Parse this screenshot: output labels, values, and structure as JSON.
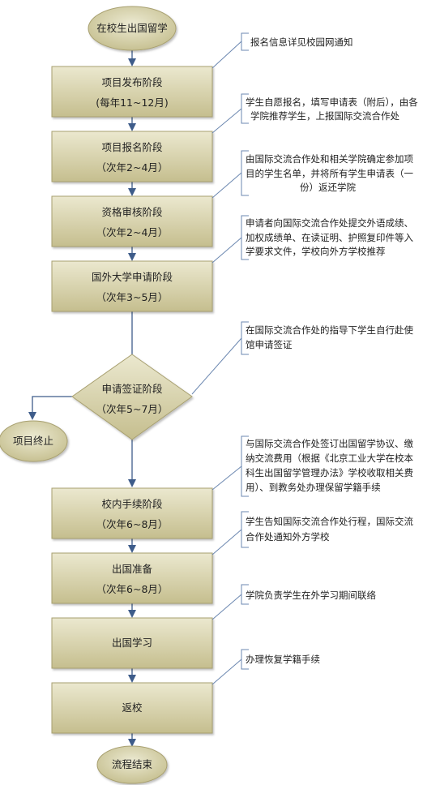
{
  "flow": {
    "start": "在校生出国留学",
    "stages": [
      {
        "title": "项目发布阶段",
        "period": "(每年11~12月)"
      },
      {
        "title": "项目报名阶段",
        "period": "（次年2~4月）"
      },
      {
        "title": "资格审核阶段",
        "period": "（次年2~4月）"
      },
      {
        "title": "国外大学申请阶段",
        "period": "（次年3~5月）"
      }
    ],
    "decision": {
      "title": "申请签证阶段",
      "period": "（次年5~7月）"
    },
    "terminate": "项目终止",
    "stages_after": [
      {
        "title": "校内手续阶段",
        "period": "（次年6~8月）"
      },
      {
        "title": "出国准备",
        "period": "（次年6~8月）"
      },
      {
        "title": "出国学习",
        "period": ""
      },
      {
        "title": "返校",
        "period": ""
      }
    ],
    "end": "流程结束"
  },
  "notes": [
    {
      "lines": [
        "报名信息详见校园网通知"
      ]
    },
    {
      "lines": [
        "学生自愿报名，填写申请表（附后），由各",
        "学院推荐学生，上报国际交流合作处"
      ]
    },
    {
      "lines": [
        "由国际交流合作处和相关学院确定参加项",
        "目的学生名单，并将所有学生申请表（一",
        "份）返还学院"
      ]
    },
    {
      "lines": [
        "申请者向国际交流合作处提交外语成绩、",
        "加权成绩单、在读证明、护照复印件等入",
        "学要求文件，学校向外方学校推荐"
      ]
    },
    {
      "lines": [
        "在国际交流合作处的指导下学生自行赴使",
        "馆申请签证"
      ]
    },
    {
      "lines": [
        "与国际交流合作处签订出国留学协议、缴",
        "纳交流费用（根据《北京工业大学在校本",
        "科生出国留学管理办法》学校收取相关费",
        "用）、到教务处办理保留学籍手续"
      ]
    },
    {
      "lines": [
        "学生告知国际交流合作处行程，国际交流",
        "合作处通知外方学校"
      ]
    },
    {
      "lines": [
        "学院负责学生在外学习期间联络"
      ]
    },
    {
      "lines": [
        "办理恢复学籍手续"
      ]
    }
  ],
  "colors": {
    "box_fill_top": "#e8e4c8",
    "box_fill_bottom": "#c2bb8a",
    "box_stroke": "#a8a070",
    "arrow": "#3e5c8a",
    "note_line": "#6b87b0"
  }
}
